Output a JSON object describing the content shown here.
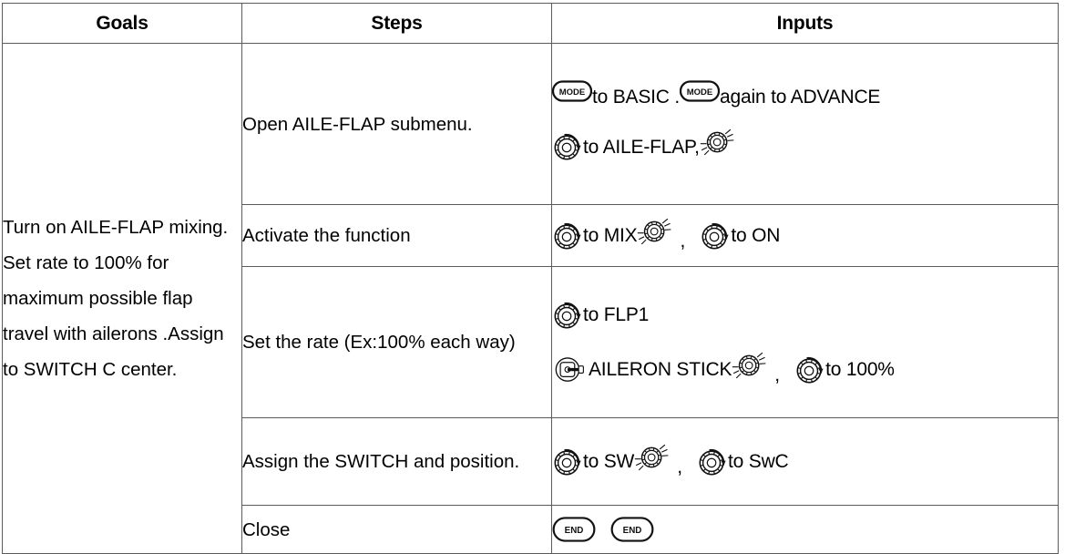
{
  "table": {
    "headers": [
      "Goals",
      "Steps",
      "Inputs"
    ],
    "goal": "Turn on AILE-FLAP mixing. Set rate to 100% for maximum possible flap travel with ailerons .Assign to SWITCH C center.",
    "rows": [
      {
        "step": "Open AILE-FLAP submenu.",
        "input_lines": [
          {
            "tokens": [
              {
                "kind": "icon",
                "icon": "mode-button-icon",
                "label": "MODE"
              },
              {
                "kind": "text",
                "text": "to BASIC ."
              },
              {
                "kind": "icon",
                "icon": "mode-button-icon",
                "label": "MODE"
              },
              {
                "kind": "text",
                "text": "again to ADVANCE"
              }
            ]
          },
          {
            "tokens": [
              {
                "kind": "icon",
                "icon": "dial-rotate-icon",
                "label": "rotate dial"
              },
              {
                "kind": "text",
                "text": "to AILE-FLAP,"
              },
              {
                "kind": "icon",
                "icon": "dial-press-icon",
                "label": "press dial"
              }
            ]
          }
        ]
      },
      {
        "step": "Activate the function",
        "input_lines": [
          {
            "tokens": [
              {
                "kind": "icon",
                "icon": "dial-rotate-icon",
                "label": "rotate dial"
              },
              {
                "kind": "text",
                "text": "to MIX"
              },
              {
                "kind": "icon",
                "icon": "dial-press-icon",
                "label": "press dial"
              },
              {
                "kind": "comma",
                "text": ","
              },
              {
                "kind": "icon",
                "icon": "dial-rotate-icon",
                "label": "rotate dial"
              },
              {
                "kind": "text",
                "text": "to ON"
              }
            ]
          }
        ]
      },
      {
        "step": "Set the rate (Ex:100% each way)",
        "input_lines": [
          {
            "tokens": [
              {
                "kind": "icon",
                "icon": "dial-rotate-icon",
                "label": "rotate dial"
              },
              {
                "kind": "text",
                "text": "to FLP1"
              }
            ]
          },
          {
            "tokens": [
              {
                "kind": "icon",
                "icon": "aileron-stick-icon",
                "label": "stick"
              },
              {
                "kind": "text",
                "text": "AILERON STICK"
              },
              {
                "kind": "icon",
                "icon": "dial-press-icon",
                "label": "press dial"
              },
              {
                "kind": "comma",
                "text": ","
              },
              {
                "kind": "icon",
                "icon": "dial-rotate-icon",
                "label": "rotate dial"
              },
              {
                "kind": "text",
                "text": "to 100%"
              }
            ]
          }
        ]
      },
      {
        "step": "Assign the SWITCH and position.",
        "input_lines": [
          {
            "tokens": [
              {
                "kind": "icon",
                "icon": "dial-rotate-icon",
                "label": "rotate dial"
              },
              {
                "kind": "text",
                "text": "to SW"
              },
              {
                "kind": "icon",
                "icon": "dial-press-icon",
                "label": "press dial"
              },
              {
                "kind": "comma",
                "text": ","
              },
              {
                "kind": "icon",
                "icon": "dial-rotate-icon",
                "label": "rotate dial"
              },
              {
                "kind": "text",
                "text": "to SwC"
              }
            ]
          }
        ]
      },
      {
        "step": "Close",
        "input_lines": [
          {
            "tokens": [
              {
                "kind": "icon",
                "icon": "end-button-icon",
                "label": "END"
              },
              {
                "kind": "icon",
                "icon": "end-button-icon",
                "label": "END"
              }
            ]
          }
        ]
      }
    ]
  },
  "colors": {
    "border": "#5b5b5b",
    "text": "#000000",
    "background": "#ffffff"
  }
}
